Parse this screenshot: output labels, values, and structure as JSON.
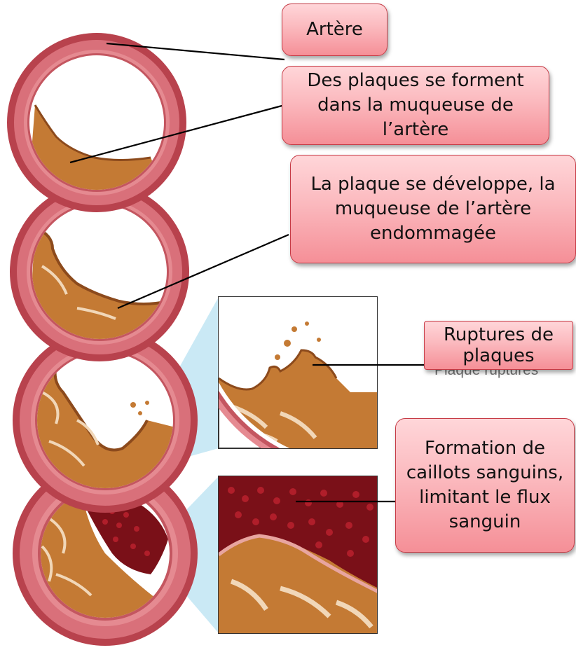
{
  "callouts": {
    "artery": "Artère",
    "plaque_forms": "Des plaques se forment dans la muqueuse de l’artère",
    "plaque_grows": "La plaque se développe, la muqueuse de l’artère endommagée",
    "plaque_rupture": "Ruptures de plaques",
    "clot_forms": "Formation de caillots sanguins, limitant le flux sanguin"
  },
  "original_label_rupture": "Plaque ruptures",
  "colors": {
    "wall_outer": "#b8424d",
    "wall_light": "#e58a91",
    "plaque": "#c47a34",
    "plaque_dark": "#8c4a1c",
    "clot": "#7a1018",
    "callout_fill": "#fbb9be",
    "callout_border": "#c63a45",
    "connector": "#000000"
  }
}
